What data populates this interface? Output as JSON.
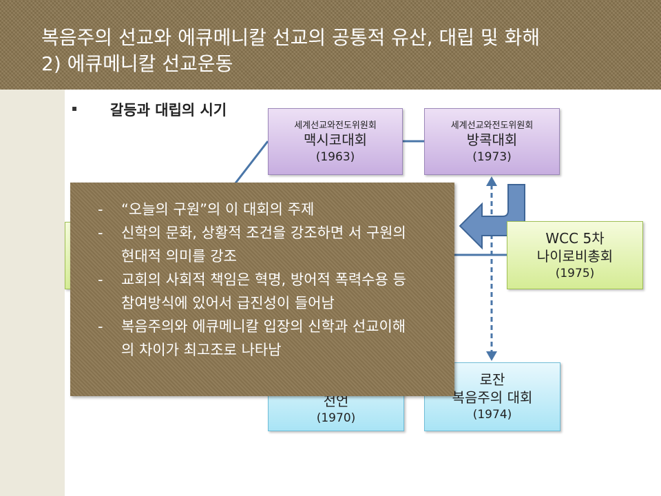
{
  "slide": {
    "title_line1": "복음주의 선교와 에큐메니칼 선교의 공통적 유산, 대립 및 화해",
    "title_line2": "2) 에큐메니칼 선교운동",
    "bullet": "▪",
    "subheading": "갈등과 대립의 시기"
  },
  "nodes": {
    "mexico": {
      "org": "세계선교와전도위원회",
      "name": "맥시코대회",
      "year": "(1963)"
    },
    "bangkok": {
      "org": "세계선교와전도위원회",
      "name": "방콕대회",
      "year": "(1973)"
    },
    "nairobi": {
      "line1": "WCC 5차",
      "line2": "나이로비총회",
      "year": "(1975)"
    },
    "lausanne": {
      "line1": "로잔",
      "line2": "복음주의 대회",
      "year": "(1974)"
    },
    "partial_1970": {
      "line1": "전언",
      "year": "(1970)"
    }
  },
  "overlay": {
    "items": [
      {
        "dash": "-",
        "text": "“오늘의 구원”의 이 대회의 주제"
      },
      {
        "dash": "-",
        "text": "신학의 문화, 상황적 조건을 강조하면 서 구원의 현대적 의미를 강조"
      },
      {
        "dash": "-",
        "text": "교회의 사회적 책임은 혁명, 방어적 폭력수용 등 참여방식에 있어서 급진성이 들어남"
      },
      {
        "dash": "-",
        "text": "복음주의와 에큐메니칼 입장의 신학과 선교이해의 차이가 최고조로 나타남"
      }
    ]
  },
  "colors": {
    "header": "#8a7650",
    "overlay": "#8c7752",
    "connector": "#4a76a8",
    "arrow": "#6a8fc0"
  }
}
